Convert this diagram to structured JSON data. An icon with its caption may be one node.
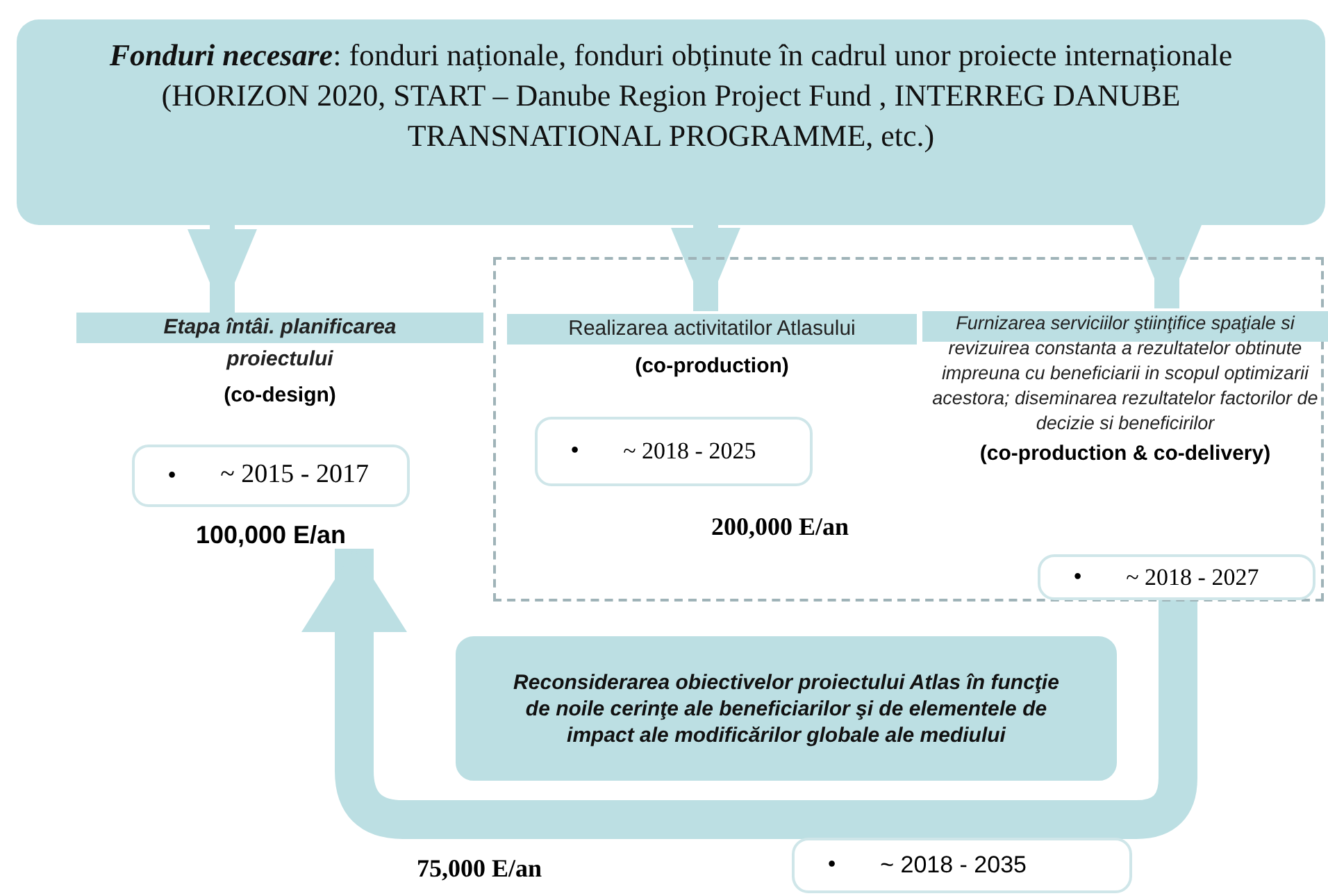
{
  "diagram": {
    "nodes": [
      {
        "text": [
          "**Fonduri necesare**: fonduri naționale, fonduri obținute în cadrul unor proiecte internaționale (HORIZON 2020, START – Danube Region Project Fund , INTERREG DANUBE TRANSNATIONAL PROGRAMME, etc.)"
        ]
      },
      {
        "text": [],
        "shape": "box"
      },
      {
        "text": [
          "Etapa întâi. planificarea proiectului",
          "(co-design)"
        ]
      },
      {
        "text": [
          "•",
          "~ 2015 - 2017"
        ],
        "beside": [
          "100,000 E/an"
        ]
      },
      {
        "text": [
          "Realizarea activitatilor Atlasului",
          "(co-production)"
        ],
        "in": 1
      },
      {
        "text": [
          "•",
          "~ 2018 - 2025"
        ],
        "in": 1,
        "beside": [
          "200,000 E/an"
        ]
      },
      {
        "text": [
          "Furnizarea serviciilor ştiinţifice spaţiale si revizuirea constanta a rezultatelor obtinute impreuna cu beneficiarii in scopul optimizarii acestora; diseminarea rezultatelor factorilor de decizie si beneficirilor",
          "(co-production & co-delivery)"
        ],
        "in": 1
      },
      {
        "text": [
          "•",
          "~ 2018 - 2027"
        ],
        "in": 1
      },
      {
        "text": [
          "Reconsiderarea obiectivelor proiectului Atlas în funcţie de noile cerinţe ale beneficiarilor şi de elementele de impact ale modificărilor globale ale mediului"
        ]
      },
      {
        "text": [
          "•",
          "~ 2018 - 2035"
        ]
      }
    ],
    "labels": [
      "75,000 E/an"
    ],
    "edges": [
      {
        "from": 0,
        "to": 2,
        "arrow": "to"
      },
      {
        "from": 0,
        "to": 4,
        "arrow": "to"
      },
      {
        "from": 0,
        "to": 6,
        "arrow": "to"
      },
      {
        "from": 7,
        "to": 3,
        "arrow": "to"
      }
    ]
  }
}
